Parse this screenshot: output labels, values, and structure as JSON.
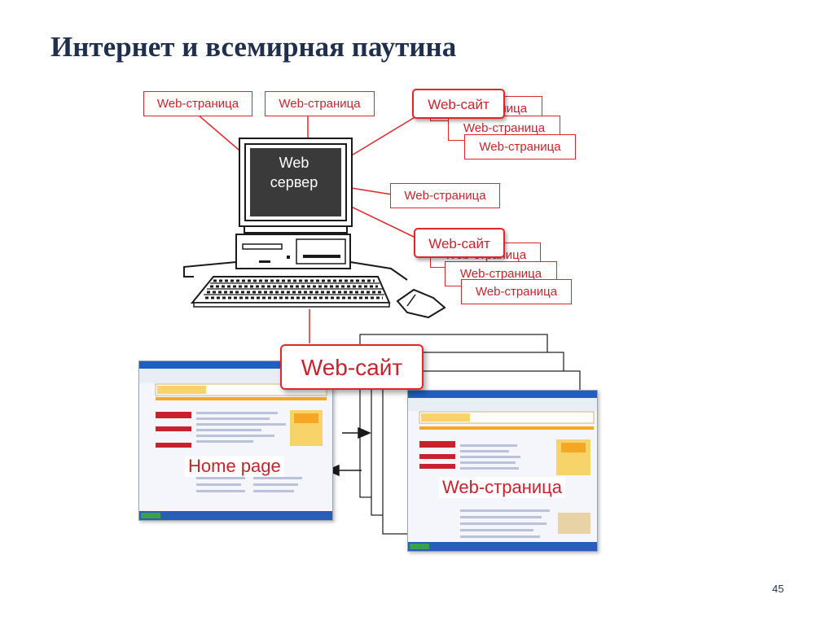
{
  "title": "Интернет и всемирная паутина",
  "server": {
    "line1": "Web",
    "line2": "сервер"
  },
  "labels": {
    "page_a": "Web-страница",
    "page_b": "Web-страница",
    "site_top": "Web-сайт",
    "site_top_back1": "Web-страница",
    "site_top_back2": "Web-страница",
    "site_top_back3": "Web-страница",
    "page_mid": "Web-страница",
    "site_mid": "Web-сайт",
    "site_mid_back1": "Web-страница",
    "site_mid_back2": "Web-страница",
    "site_mid_back3": "Web-страница",
    "site_big": "Web-сайт"
  },
  "screenshots": {
    "home": "Home page",
    "page": "Web-страница"
  },
  "page_number": "45",
  "colors": {
    "accent": "#e0262b",
    "title": "#1f2f4c"
  }
}
